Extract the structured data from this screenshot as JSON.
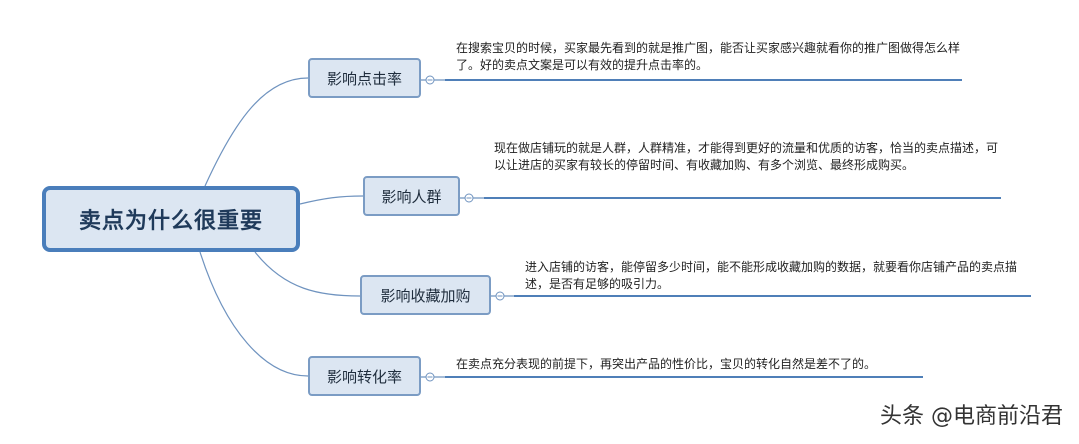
{
  "central": {
    "label": "卖点为什么很重要"
  },
  "branches": [
    {
      "label": "影响点击率",
      "description": "在搜索宝贝的时候，买家最先看到的就是推广图，能否让买家感兴趣就看你的推广图做得怎么样了。好的卖点文案是可以有效的提升点击率的。"
    },
    {
      "label": "影响人群",
      "description": "现在做店铺玩的就是人群，人群精准，才能得到更好的流量和优质的访客，恰当的卖点描述，可以让进店的买家有较长的停留时间、有收藏加购、有多个浏览、最终形成购买。"
    },
    {
      "label": "影响收藏加购",
      "description": "进入店铺的访客，能停留多少时间，能不能形成收藏加购的数据，就要看你店铺产品的卖点描述，是否有足够的吸引力。"
    },
    {
      "label": "影响转化率",
      "description": "在卖点充分表现的前提下，再突出产品的性价比，宝贝的转化自然是差不了的。"
    }
  ],
  "watermark": "头条 @电商前沿君",
  "colors": {
    "central_fill": "#dce6f2",
    "central_border": "#4a7ebb",
    "branch_fill": "#dce6f2",
    "branch_border": "#7b9cc4",
    "connector": "#6f93bf",
    "underline": "#4f7fb8"
  }
}
